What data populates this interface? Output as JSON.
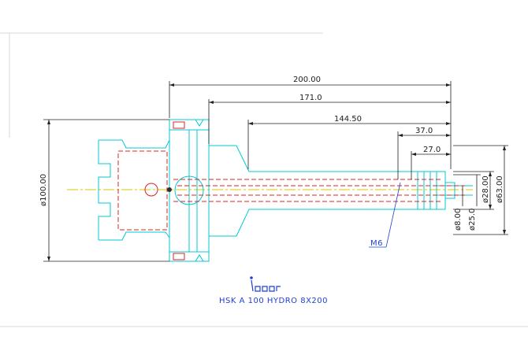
{
  "drawing": {
    "caption": "HSK A 100 HYDRO 8X200",
    "logo_label": "iscar-logo",
    "dimensions": {
      "overall_length": "200.00",
      "length_171": "171.0",
      "length_144": "144.50",
      "length_37": "37.0",
      "length_27": "27.0",
      "dia_100": "ø100.00",
      "dia_63": "ø63.00",
      "dia_28": "ø28.00",
      "dia_25": "ø25.0",
      "dia_8": "ø8.00",
      "thread": "M6"
    },
    "colors": {
      "outline": "#00c8d2",
      "hidden": "#e02020",
      "dimension": "#202020",
      "centerline": "#d8c800",
      "caption": "#1f3fd6"
    }
  }
}
